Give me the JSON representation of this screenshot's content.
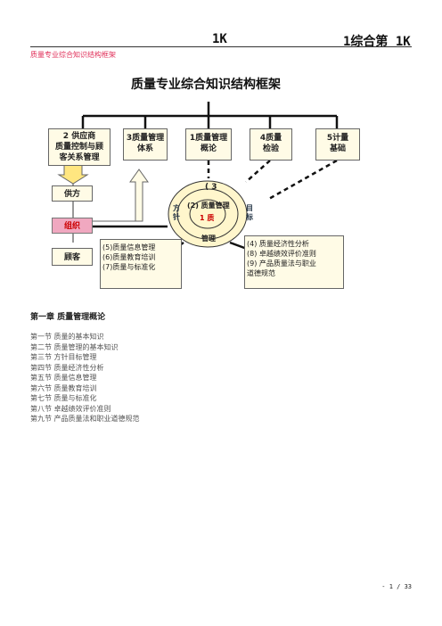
{
  "header": {
    "left": "1K",
    "right": "1综合第 1K",
    "subtitle": "质量专业综合知识结构框架"
  },
  "diagram": {
    "title": "质量专业综合知识结构框架",
    "top_boxes": [
      {
        "id": "2",
        "text": "2 供应商\n质量控制与顾\n客关系管理"
      },
      {
        "id": "3",
        "text": "3质量管理\n体系"
      },
      {
        "id": "1",
        "text": "1质量管理\n概论"
      },
      {
        "id": "4",
        "text": "4质量\n检验"
      },
      {
        "id": "5",
        "text": "5计量\n基础"
      }
    ],
    "left_boxes": [
      "供方",
      "组织",
      "顾客"
    ],
    "ring": {
      "top": "( 3",
      "left": "方\n针",
      "right": "目\n标",
      "middle": "(2) 质量管理",
      "center": "1  质",
      "bottom": "管理"
    },
    "left_bottom_box": [
      "(5)质量信息管理",
      "(6)质量教育培训",
      "(7)质量与标准化"
    ],
    "right_bottom_box": [
      "(4) 质量经济性分析",
      "(8) 卓越绩效评价准则",
      "(9) 产品质量法与职业",
      "道德规范"
    ]
  },
  "chapter": {
    "title": "第一章    质量管理概论",
    "sections": [
      "第一节 质量的基本知识",
      "第二节 质量管理的基本知识",
      "第三节 方针目标管理",
      "第四节 质量经济性分析",
      "第五节 质量信息管理",
      "第六节 质量教育培训",
      "第七节 质量与标准化",
      "第八节 卓越绩效评价准则",
      "第九节 产品质量法和职业道德规范"
    ]
  },
  "footer": {
    "page": "- 1 / 33"
  },
  "colors": {
    "subtitle": "#e0305a",
    "box_fill": "#fffbe6",
    "org_fill": "#f0a8c0",
    "ring_fill": "#fff6cc",
    "arrow": "#ffe680"
  }
}
